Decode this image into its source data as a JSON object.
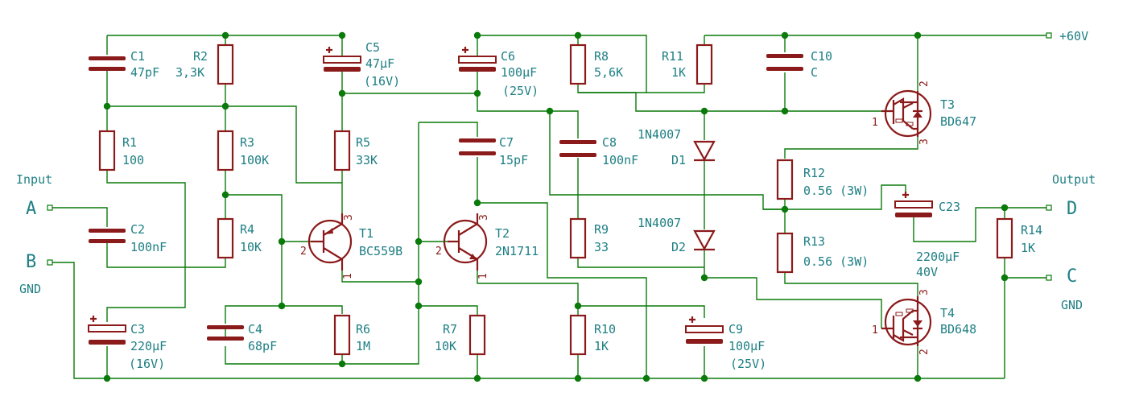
{
  "caps": {
    "C1": {
      "ref": "C1",
      "val": "47pF"
    },
    "C2": {
      "ref": "C2",
      "val": "100nF"
    },
    "C3": {
      "ref": "C3",
      "val": "220µF",
      "val2": "(16V)"
    },
    "C4": {
      "ref": "C4",
      "val": "68pF"
    },
    "C5": {
      "ref": "C5",
      "val": "47µF",
      "val2": "(16V)"
    },
    "C6": {
      "ref": "C6",
      "val": "100µF",
      "val2": "(25V)"
    },
    "C7": {
      "ref": "C7",
      "val": "15pF"
    },
    "C8": {
      "ref": "C8",
      "val": "100nF"
    },
    "C9": {
      "ref": "C9",
      "val": "100µF",
      "val2": "(25V)"
    },
    "C10": {
      "ref": "C10",
      "val": "C"
    },
    "C23": {
      "ref": "C23",
      "val": "2200µF",
      "val2": "40V"
    }
  },
  "res": {
    "R1": {
      "ref": "R1",
      "val": "100"
    },
    "R2": {
      "ref": "R2",
      "val": "3,3K"
    },
    "R3": {
      "ref": "R3",
      "val": "100K"
    },
    "R4": {
      "ref": "R4",
      "val": "10K"
    },
    "R5": {
      "ref": "R5",
      "val": "33K"
    },
    "R6": {
      "ref": "R6",
      "val": "1M"
    },
    "R7": {
      "ref": "R7",
      "val": "10K"
    },
    "R8": {
      "ref": "R8",
      "val": "5,6K"
    },
    "R9": {
      "ref": "R9",
      "val": "33"
    },
    "R10": {
      "ref": "R10",
      "val": "1K"
    },
    "R11": {
      "ref": "R11",
      "val": "1K"
    },
    "R12": {
      "ref": "R12",
      "val": "0.56 (3W)"
    },
    "R13": {
      "ref": "R13",
      "val": "0.56 (3W)"
    },
    "R14": {
      "ref": "R14",
      "val": "1K"
    }
  },
  "diodes": {
    "D1": {
      "ref": "D1",
      "val": "1N4007"
    },
    "D2": {
      "ref": "D2",
      "val": "1N4007"
    }
  },
  "trans": {
    "T1": {
      "ref": "T1",
      "val": "BC559B"
    },
    "T2": {
      "ref": "T2",
      "val": "2N1711"
    },
    "T3": {
      "ref": "T3",
      "val": "BD647"
    },
    "T4": {
      "ref": "T4",
      "val": "BD648"
    }
  },
  "pins": {
    "p1": "1",
    "p2": "2",
    "p3": "3"
  },
  "io": {
    "input_label": "Input",
    "A": "A",
    "B": "B",
    "gnd_left": "GND",
    "output_label": "Output",
    "D": "D",
    "C": "C",
    "gnd_right": "GND",
    "vplus": "+60V"
  },
  "colors": {
    "wire": "#0a7a0a",
    "component": "#8b1a1a",
    "label": "#1e7f84"
  }
}
